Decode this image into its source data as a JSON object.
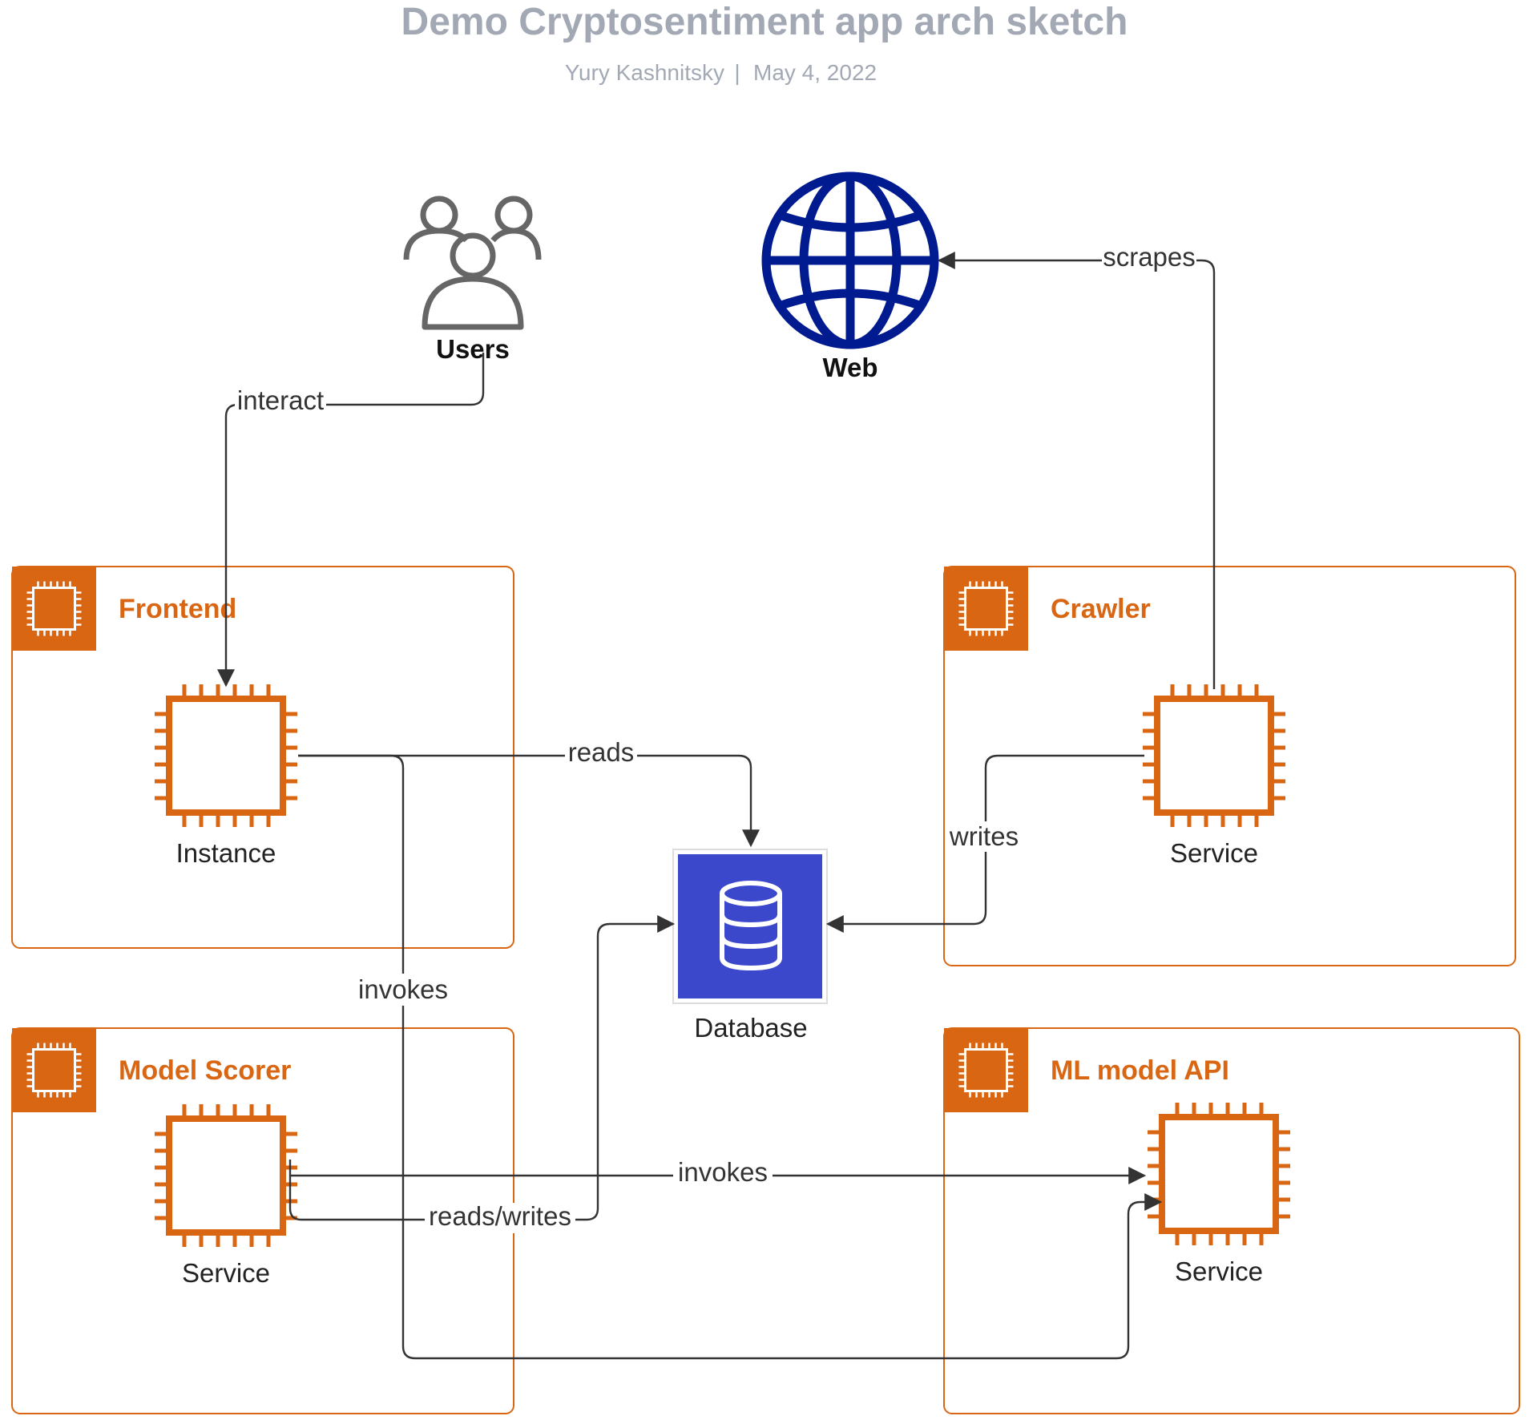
{
  "header": {
    "title": "Demo Cryptosentiment app arch sketch",
    "author": "Yury Kashnitsky",
    "separator": "|",
    "date": "May 4, 2022"
  },
  "colors": {
    "aws_orange": "#d86613",
    "database_blue": "#3b48cc",
    "globe_navy": "#001a8f",
    "users_gray": "#666666",
    "edge": "#333333",
    "title_gray": "#a3a9b4"
  },
  "groups": [
    {
      "id": "frontend",
      "title": "Frontend",
      "icon": "ec2-chip-icon"
    },
    {
      "id": "crawler",
      "title": "Crawler",
      "icon": "ec2-chip-icon"
    },
    {
      "id": "model_scorer",
      "title": "Model Scorer",
      "icon": "ec2-chip-icon"
    },
    {
      "id": "ml_api",
      "title": "ML model API",
      "icon": "ec2-chip-icon"
    }
  ],
  "nodes": {
    "users": {
      "label": "Users",
      "icon": "users-icon"
    },
    "web": {
      "label": "Web",
      "icon": "globe-icon"
    },
    "frontend_instance": {
      "label": "Instance",
      "icon": "ec2-instance-icon"
    },
    "crawler_service": {
      "label": "Service",
      "icon": "ec2-instance-icon"
    },
    "scorer_service": {
      "label": "Service",
      "icon": "ec2-instance-icon"
    },
    "ml_api_service": {
      "label": "Service",
      "icon": "ec2-instance-icon"
    },
    "database": {
      "label": "Database",
      "icon": "database-icon"
    }
  },
  "edges": [
    {
      "id": "interact",
      "label": "interact",
      "from": "users",
      "to": "frontend_instance"
    },
    {
      "id": "scrapes",
      "label": "scrapes",
      "from": "crawler_service",
      "to": "web"
    },
    {
      "id": "reads",
      "label": "reads",
      "from": "frontend_instance",
      "to": "database"
    },
    {
      "id": "writes",
      "label": "writes",
      "from": "crawler_service",
      "to": "database"
    },
    {
      "id": "invokes_frontend",
      "label": "invokes",
      "from": "frontend_instance",
      "to": "ml_api_service"
    },
    {
      "id": "invokes_scorer",
      "label": "invokes",
      "from": "scorer_service",
      "to": "ml_api_service"
    },
    {
      "id": "reads_writes",
      "label": "reads/writes",
      "from": "scorer_service",
      "to": "database"
    }
  ]
}
